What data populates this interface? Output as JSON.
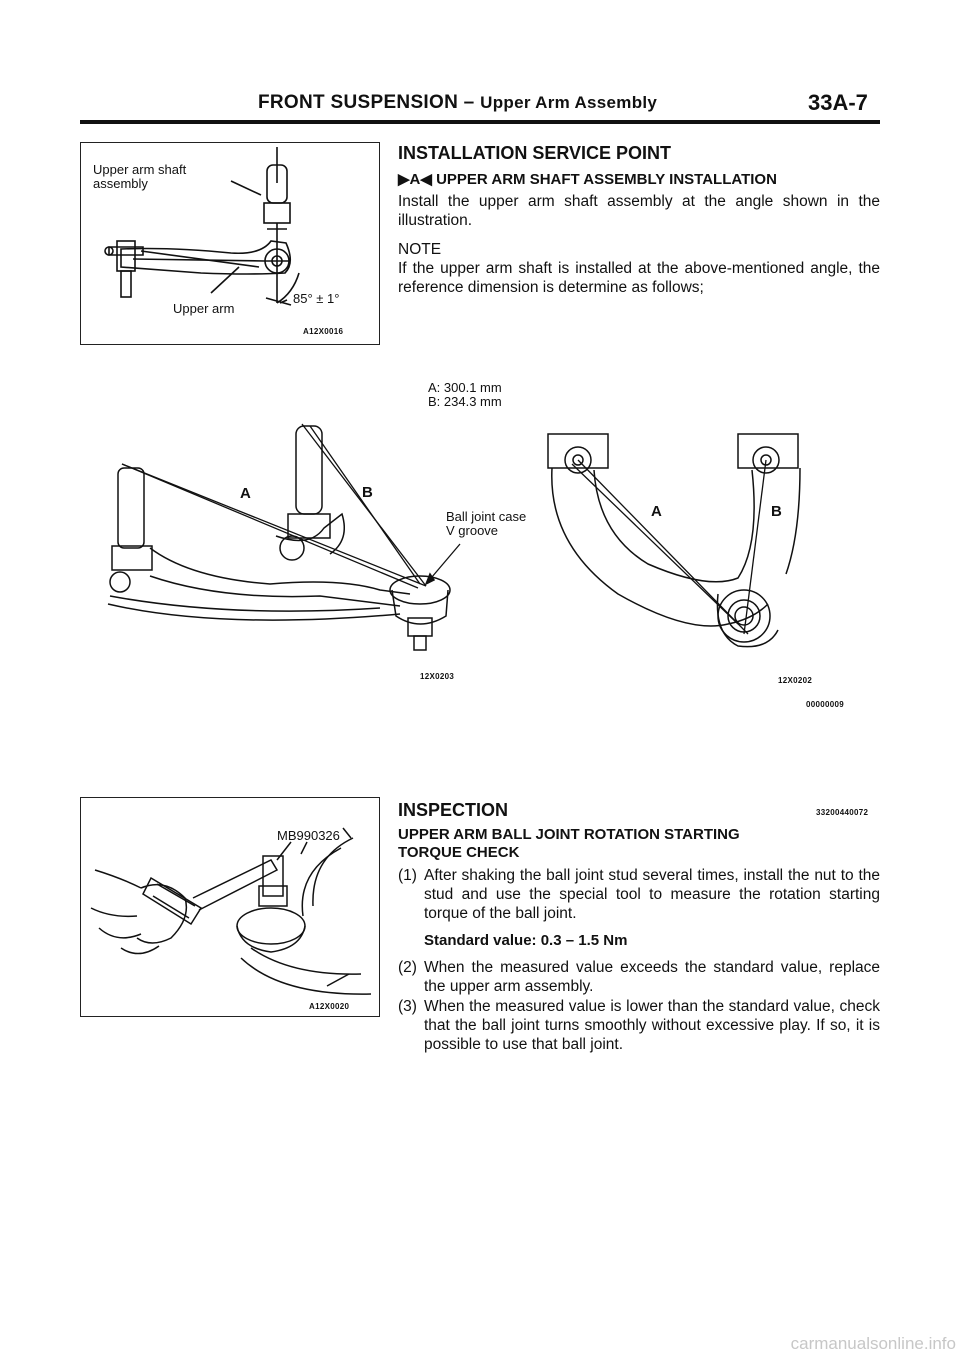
{
  "header": {
    "title": "FRONT SUSPENSION –",
    "subtitle": "Upper Arm Assembly",
    "page_number": "33A-7"
  },
  "figure1": {
    "label_shaft_line1": "Upper arm shaft",
    "label_shaft_line2": "assembly",
    "label_arm": "Upper arm",
    "angle": "85° ± 1°",
    "code": "A12X0016"
  },
  "installation": {
    "title": "INSTALLATION SERVICE POINT",
    "subtitle": "UPPER ARM SHAFT ASSEMBLY INSTALLATION",
    "body": "Install the upper arm shaft assembly at the angle shown in the illustration.",
    "note_label": "NOTE",
    "note_text": "If the upper arm shaft is installed at the above-mentioned angle, the reference dimension is determine as follows;"
  },
  "dimensions": {
    "a": "A: 300.1 mm",
    "b": "B: 234.3 mm"
  },
  "figure2": {
    "label_a": "A",
    "label_b": "B",
    "callout_line1": "Ball joint case",
    "callout_line2": "V groove",
    "code": "12X0203"
  },
  "figure3": {
    "label_a": "A",
    "label_b": "B",
    "code": "12X0202",
    "doc_code": "00000009"
  },
  "figure4": {
    "tool": "MB990326",
    "code": "A12X0020"
  },
  "inspection": {
    "title": "INSPECTION",
    "code": "33200440072",
    "subtitle_line1": "UPPER ARM BALL JOINT ROTATION STARTING",
    "subtitle_line2": "TORQUE CHECK",
    "items": [
      {
        "num": "(1)",
        "text": "After shaking the ball joint stud several times, install the nut to the stud and use the special tool to measure the rotation starting torque of the ball joint."
      },
      {
        "num": "(2)",
        "text": "When the measured value exceeds the standard value, replace the upper arm assembly."
      },
      {
        "num": "(3)",
        "text": "When the measured value is lower than the standard value, check that the ball joint turns smoothly without excessive play.  If so, it is possible to use that ball joint."
      }
    ],
    "standard_value": "Standard value: 0.3 – 1.5 Nm"
  },
  "footer": {
    "watermark": "carmanualsonline.info"
  }
}
